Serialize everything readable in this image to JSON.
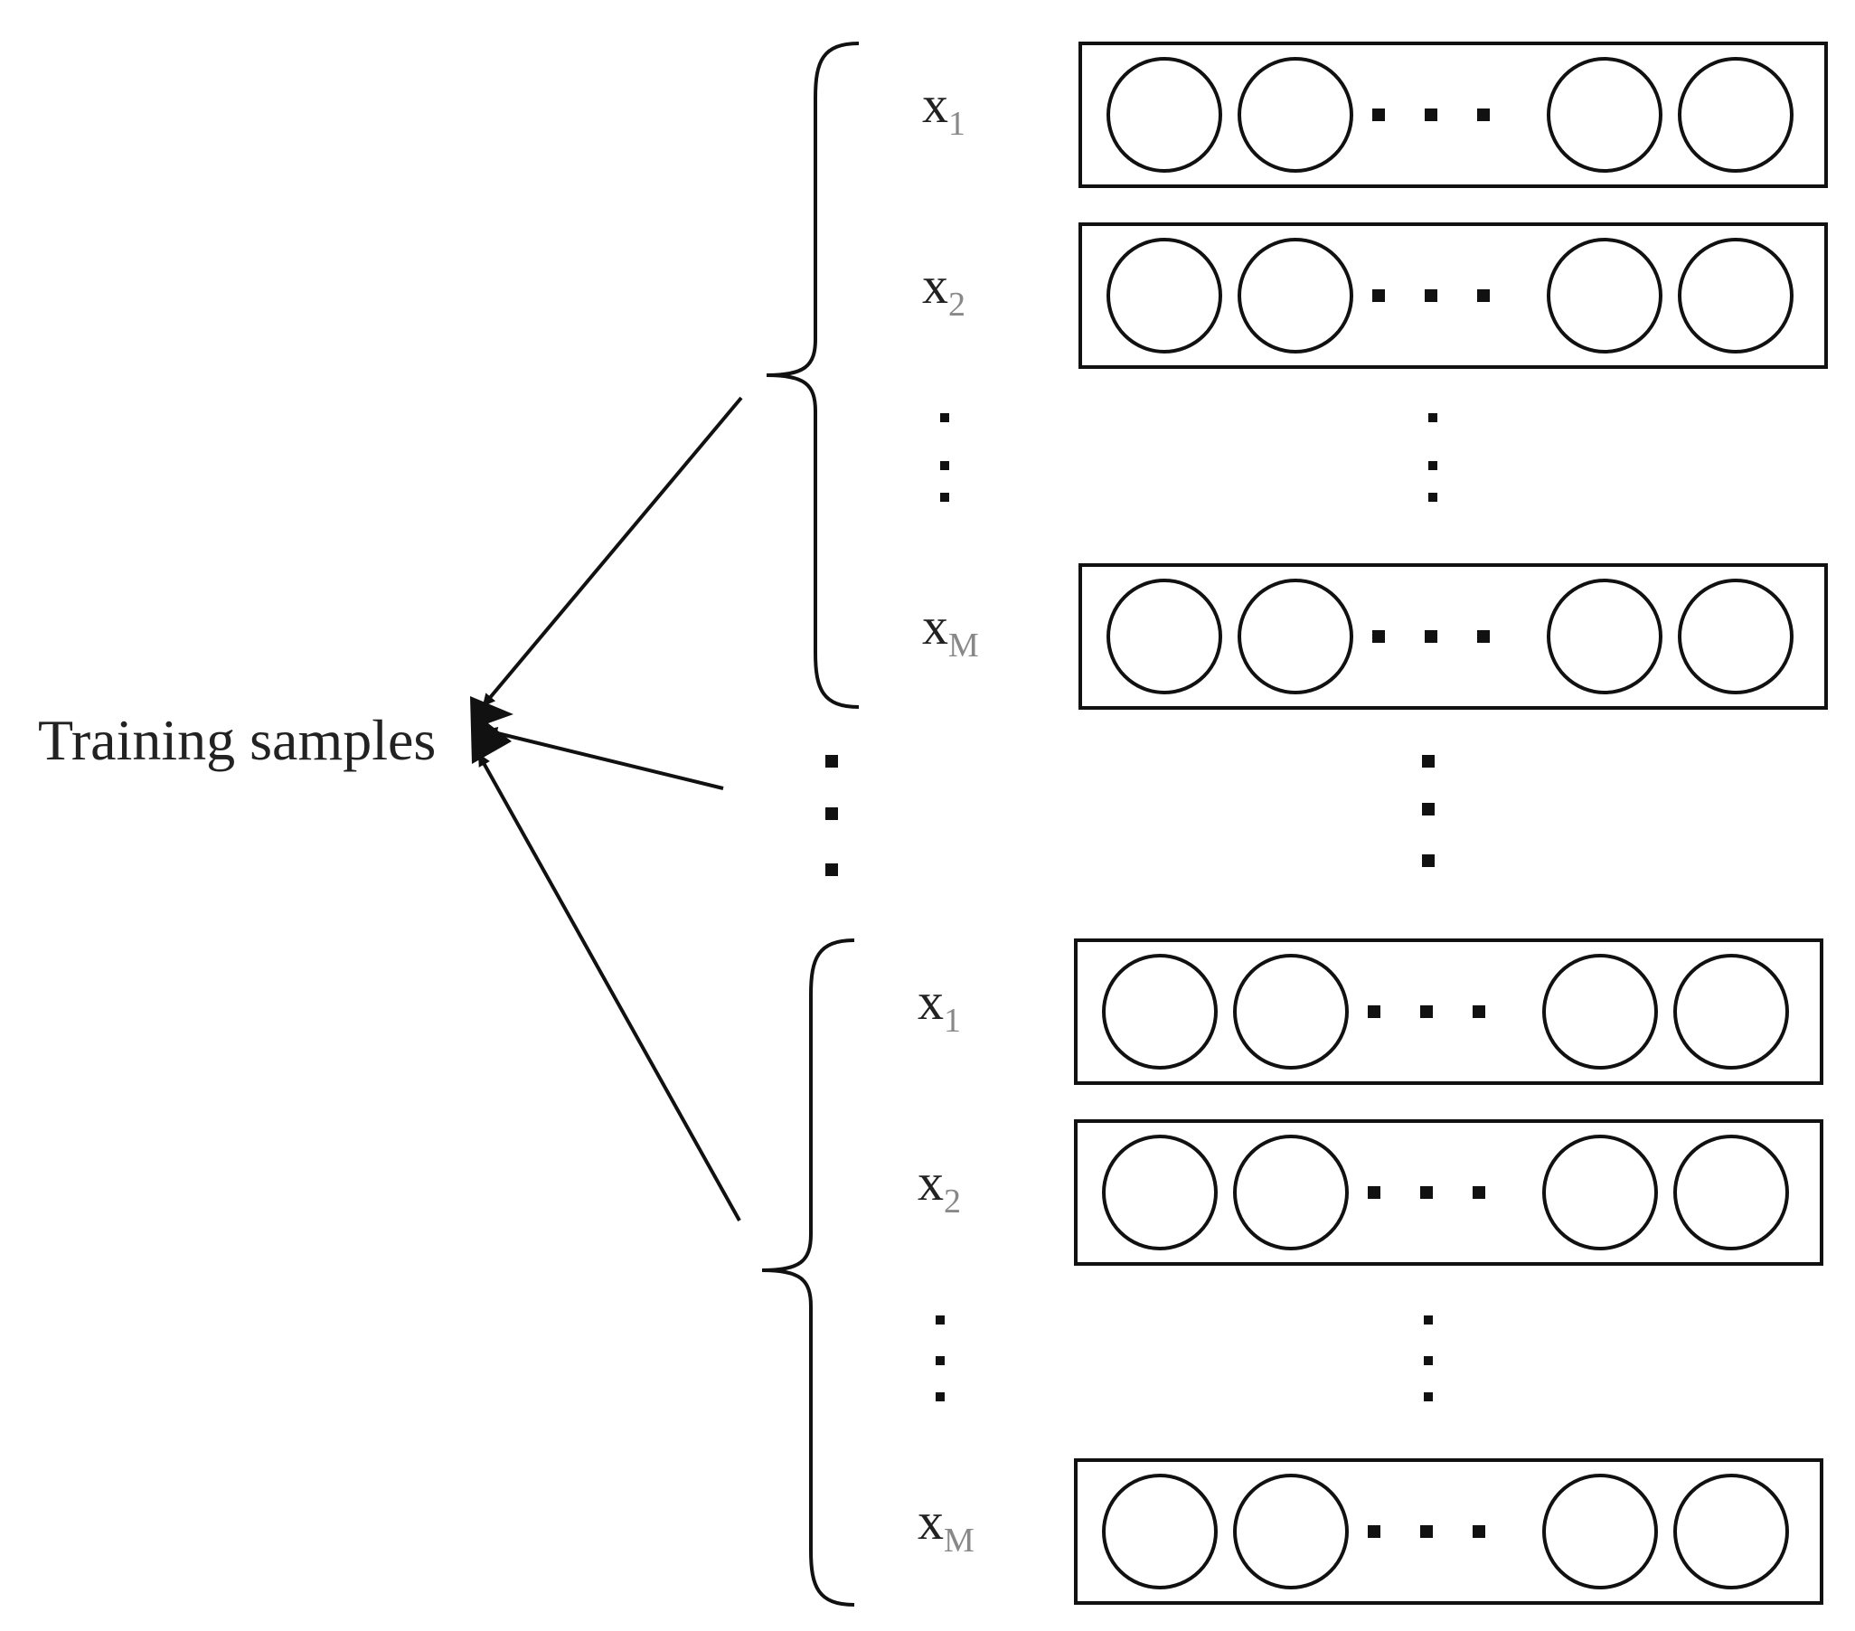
{
  "diagram": {
    "center_label": "Training samples",
    "groups": [
      {
        "rows": [
          {
            "var": "x",
            "sub": "1",
            "kind": "vector"
          },
          {
            "var": "x",
            "sub": "2",
            "kind": "vector"
          },
          {
            "kind": "ellipsis"
          },
          {
            "var": "x",
            "sub": "M",
            "kind": "vector"
          }
        ]
      },
      {
        "rows": [
          {
            "var": "x",
            "sub": "1",
            "kind": "vector"
          },
          {
            "var": "x",
            "sub": "2",
            "kind": "vector"
          },
          {
            "kind": "ellipsis"
          },
          {
            "var": "x",
            "sub": "M",
            "kind": "vector"
          }
        ]
      }
    ],
    "colors": {
      "stroke": "#111111",
      "text": "#222222",
      "subscript": "#888888",
      "background": "#ffffff"
    }
  }
}
